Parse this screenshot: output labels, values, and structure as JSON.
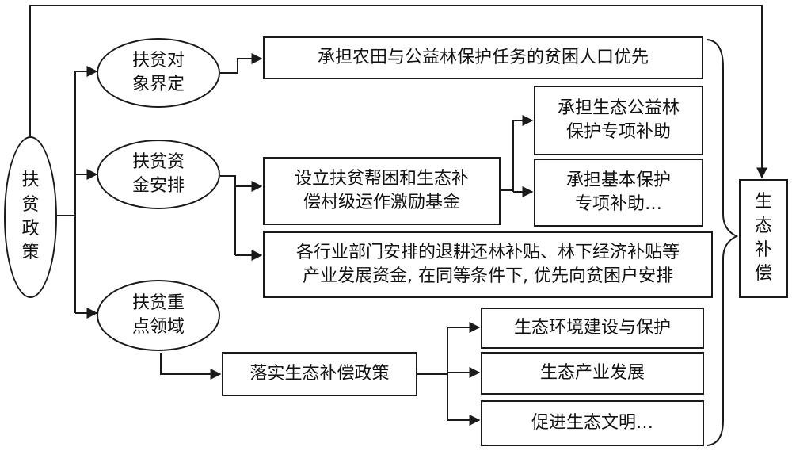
{
  "nodes": {
    "root": "扶\n贫\n政\n策",
    "e1": "扶贫对\n象界定",
    "e2": "扶贫资\n金安排",
    "e3": "扶贫重\n点领域",
    "b1": "承担农田与公益林保护任务的贫困人口优先",
    "b2": "设立扶贫帮困和生态补\n偿村级运作激励基金",
    "b3": "承担生态公益林\n保护专项补助",
    "b4": "承担基本保护\n专项补助…",
    "b5": "各行业部门安排的退耕还林补贴、林下经济补贴等\n产业发展资金, 在同等条件下, 优先向贫困户安排",
    "b6": "落实生态补偿政策",
    "b7": "生态环境建设与保护",
    "b8": "生态产业发展",
    "b9": "促进生态文明…",
    "target": "生\n态\n补\n偿"
  },
  "colors": {
    "line": "#1a1a1a",
    "fill": "#ffffff",
    "text": "#111111"
  }
}
